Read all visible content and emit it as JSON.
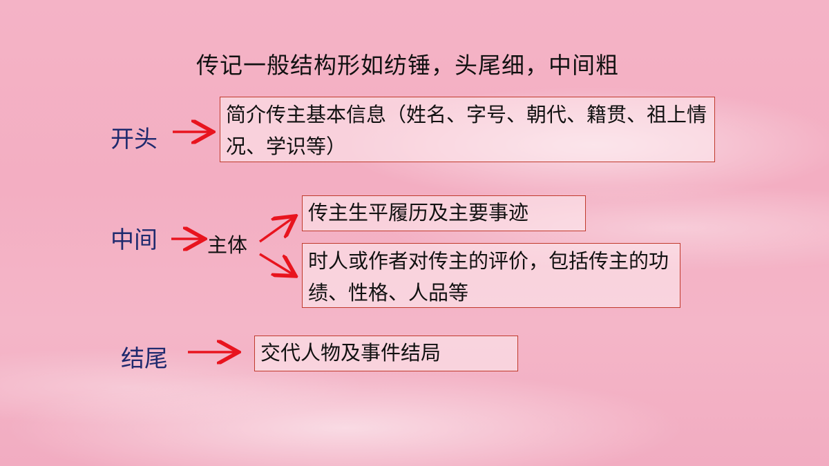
{
  "title": "传记一般结构形如纺锤，头尾细，中间粗",
  "sections": {
    "opening": {
      "label": "开头",
      "content": "简介传主基本信息（姓名、字号、朝代、籍贯、祖上情况、学识等）"
    },
    "middle": {
      "label": "中间",
      "main_body": "主体",
      "content_1": "传主生平履历及主要事迹",
      "content_2": "时人或作者对传主的评价，包括传主的功绩、性格、人品等"
    },
    "ending": {
      "label": "结尾",
      "content": "交代人物及事件结局"
    }
  },
  "colors": {
    "arrow": "#e8141e",
    "label": "#1f2a6e",
    "box_border": "#c0392b"
  }
}
